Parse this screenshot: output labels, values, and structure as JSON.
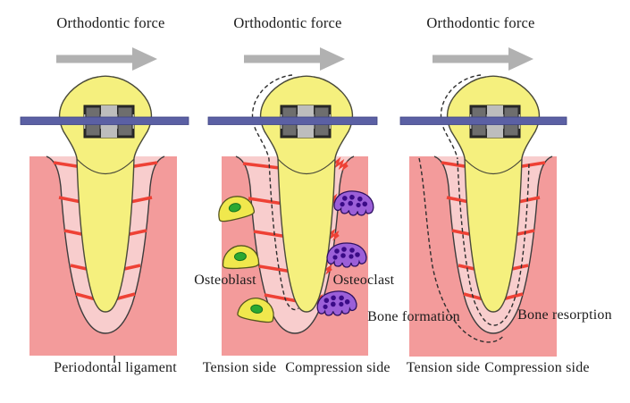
{
  "colors": {
    "background": "#ffffff",
    "text": "#1c1c1c",
    "bone": "#f39b9b",
    "pdl": "#f8cdcd",
    "fiber": "#ee4135",
    "tooth": "#f5f07e",
    "outline": "#4a4a3a",
    "socket_outline": "#3c3c3c",
    "wire": "#5b60a4",
    "wire_edge": "#3e4383",
    "arrow": "#b1b1b1",
    "bracket_dark": "#2f2f2f",
    "bracket_pad": "#6e6e6e",
    "bracket_slot": "#bdbdbd",
    "osteoblast": "#f0e84d",
    "osteoblast_nucleus": "#2aa832",
    "osteoclast": "#9b5fd8",
    "osteoclast_nucleus": "#3a0b87",
    "dash": "#2e2e2e"
  },
  "panels": [
    {
      "title": "Orthodontic force",
      "caption": "Periodontal ligament"
    },
    {
      "title": "Orthodontic force",
      "cell_labels": {
        "tension": "Osteoblast",
        "compression": "Osteoclast"
      },
      "side_labels": {
        "tension": "Tension side",
        "compression": "Compression side"
      }
    },
    {
      "title": "Orthodontic force",
      "process_labels": {
        "tension": "Bone formation",
        "compression": "Bone resorption"
      },
      "side_labels": {
        "tension": "Tension side",
        "compression": "Compression side"
      }
    }
  ]
}
